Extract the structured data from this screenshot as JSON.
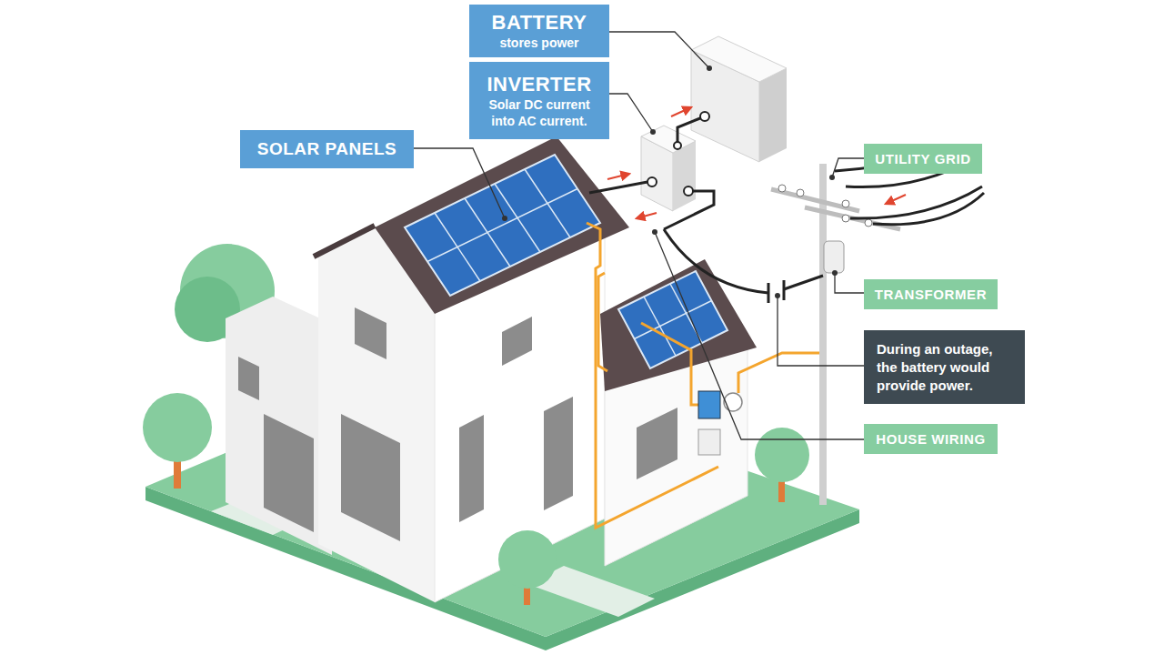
{
  "diagram": {
    "nodes": [
      {
        "text": [
          "BATTERY",
          "stores power"
        ]
      },
      {
        "text": [
          "INVERTER",
          "Solar DC current into AC current."
        ]
      },
      {
        "text": [
          "SOLAR PANELS"
        ]
      },
      {
        "text": [
          "UTILITY GRID"
        ]
      },
      {
        "text": [
          "TRANSFORMER"
        ]
      },
      {
        "text": [
          "During an outage, the battery would provide power."
        ]
      },
      {
        "text": [
          "HOUSE WIRING"
        ]
      }
    ]
  }
}
